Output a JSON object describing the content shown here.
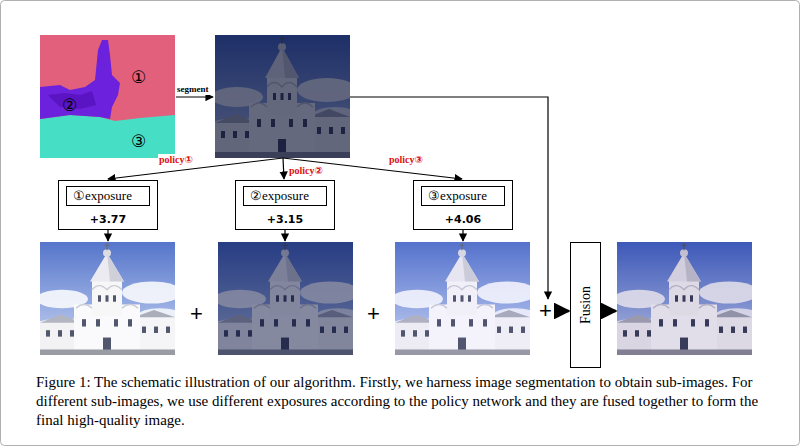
{
  "diagram": {
    "caption": "Figure 1: The schematic illustration of our algorithm. Firstly, we harness image segmentation to obtain sub-images. For different sub-images, we use different exposures according to the policy network and they are fused together to form the final high-quality image.",
    "nodes": [
      {
        "text": [
          "+3.77"
        ]
      },
      {
        "text": [
          "①exposure"
        ],
        "in": 0
      },
      {
        "text": [
          "+3.15"
        ]
      },
      {
        "text": [
          "②exposure"
        ],
        "in": 2
      },
      {
        "text": [
          "+4.06"
        ]
      },
      {
        "text": [
          "③exposure"
        ],
        "in": 4
      },
      {
        "text": [
          "Fusion"
        ]
      }
    ],
    "labels": [
      "①",
      "②",
      "③",
      "segment",
      "policy①",
      "policy②",
      "policy③",
      "+",
      "+",
      "+"
    ]
  }
}
